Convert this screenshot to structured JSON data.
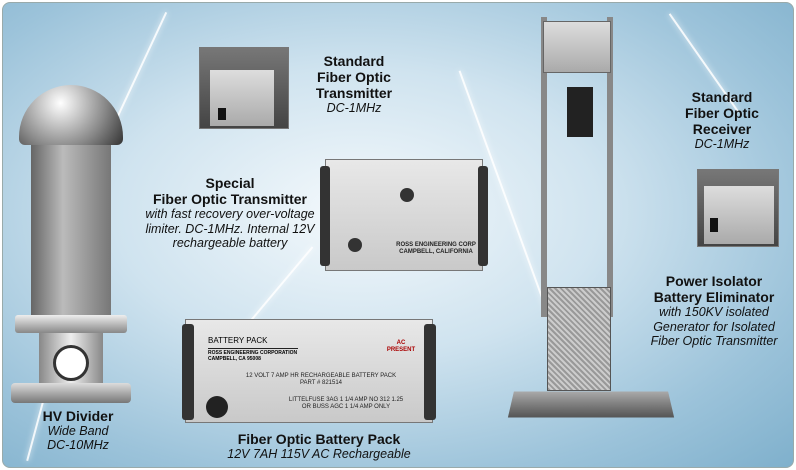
{
  "labels": {
    "hv_divider": {
      "title": "HV Divider",
      "line1": "Wide Band",
      "line2": "DC-10MHz"
    },
    "std_transmitter": {
      "title1": "Standard",
      "title2": "Fiber Optic",
      "title3": "Transmitter",
      "line1": "DC-1MHz"
    },
    "special_transmitter": {
      "title1": "Special",
      "title2": "Fiber Optic Transmitter",
      "line1": "with fast recovery over-voltage",
      "line2": "limiter. DC-1MHz. Internal 12V",
      "line3": "rechargeable battery"
    },
    "std_receiver": {
      "title1": "Standard",
      "title2": "Fiber Optic",
      "title3": "Receiver",
      "line1": "DC-1MHz"
    },
    "power_isolator": {
      "title1": "Power Isolator",
      "title2": "Battery Eliminator",
      "line1": "with 150KV isolated",
      "line2": "Generator for Isolated",
      "line3": "Fiber Optic Transmitter"
    },
    "battery_pack": {
      "title": "Fiber Optic Battery Pack",
      "line1": "12V 7AH 115V AC Rechargeable"
    }
  },
  "battery_panel": {
    "heading": "BATTERY PACK",
    "company": "ROSS ENGINEERING CORPORATION",
    "city": "CAMPBELL, CA  95008",
    "ac": "AC",
    "present": "PRESENT",
    "desc": "12 VOLT 7 AMP HR RECHARGEABLE BATTERY PACK",
    "part": "PART # 821514",
    "fuse1": "LITTELFUSE 3AG 1 1/4 AMP NO 312 1.25",
    "fuse2": "OR BUSS AGC 1 1/4 AMP ONLY"
  },
  "special_panel": {
    "logo": "ROSS ENGINEERING CORP",
    "city": "CAMPBELL, CALIFORNIA"
  }
}
